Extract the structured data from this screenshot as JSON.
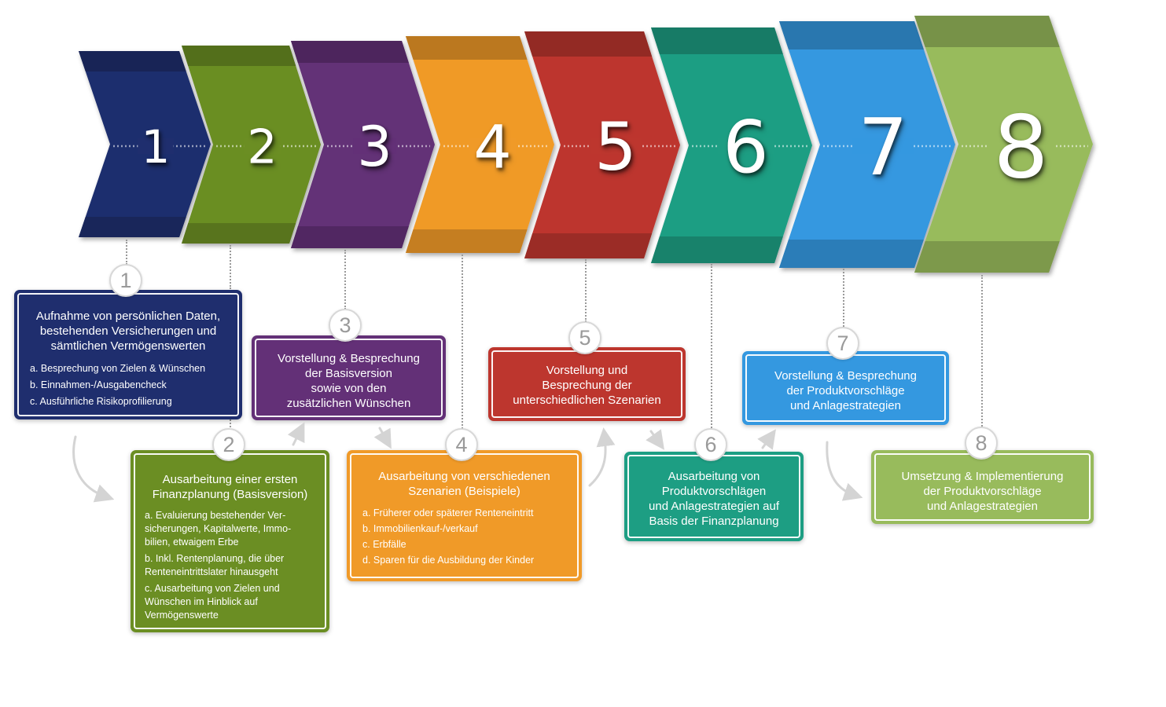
{
  "steps": [
    {
      "number": "1",
      "color": "#1f2e6e",
      "title": "Aufnahme von persönlichen Daten,\nbestehenden Versicherungen und\nsämtlichen Vermögenswerten",
      "items": [
        "a. Besprechung von Zielen & Wünschen",
        "b. Einnahmen-/Ausgabencheck",
        "c. Ausführliche Risikoprofilierung"
      ]
    },
    {
      "number": "2",
      "color": "#6b8e23",
      "title": "Ausarbeitung einer ersten\nFinanzplanung (Basisversion)",
      "items": [
        "a. Evaluierung bestehender Ver-\n    sicherungen, Kapitalwerte, Immo-\n    bilien, etwaigem Erbe",
        "b. Inkl. Rentenplanung, die über\n    Renteneintrittslater hinausgeht",
        "c. Ausarbeitung von Zielen und\n    Wünschen im Hinblick auf\n    Vermögenswerte"
      ]
    },
    {
      "number": "3",
      "color": "#633077",
      "title": "Vorstellung & Besprechung\nder Basisversion\nsowie von den\nzusätzlichen Wünschen",
      "items": []
    },
    {
      "number": "4",
      "color": "#f09a28",
      "title": "Ausarbeitung von verschiedenen\nSzenarien (Beispiele)",
      "items": [
        "a. Früherer oder späterer Renteneintritt",
        "b. Immobilienkauf-/verkauf",
        "c. Erbfälle",
        "d. Sparen für die Ausbildung der Kinder"
      ]
    },
    {
      "number": "5",
      "color": "#bd362e",
      "title": "Vorstellung und\nBesprechung der\nunterschiedlichen Szenarien",
      "items": []
    },
    {
      "number": "6",
      "color": "#1d9e83",
      "title": "Ausarbeitung von\nProduktvorschlägen\nund Anlagestrategien auf\nBasis der Finanzplanung",
      "items": []
    },
    {
      "number": "7",
      "color": "#3498e0",
      "title": "Vorstellung & Besprechung\nder Produktvorschläge\nund Anlagestrategien",
      "items": []
    },
    {
      "number": "8",
      "color": "#98bb5c",
      "title": "Umsetzung & Implementierung\nder Produktvorschläge\nund Anlagestrategien",
      "items": []
    }
  ]
}
